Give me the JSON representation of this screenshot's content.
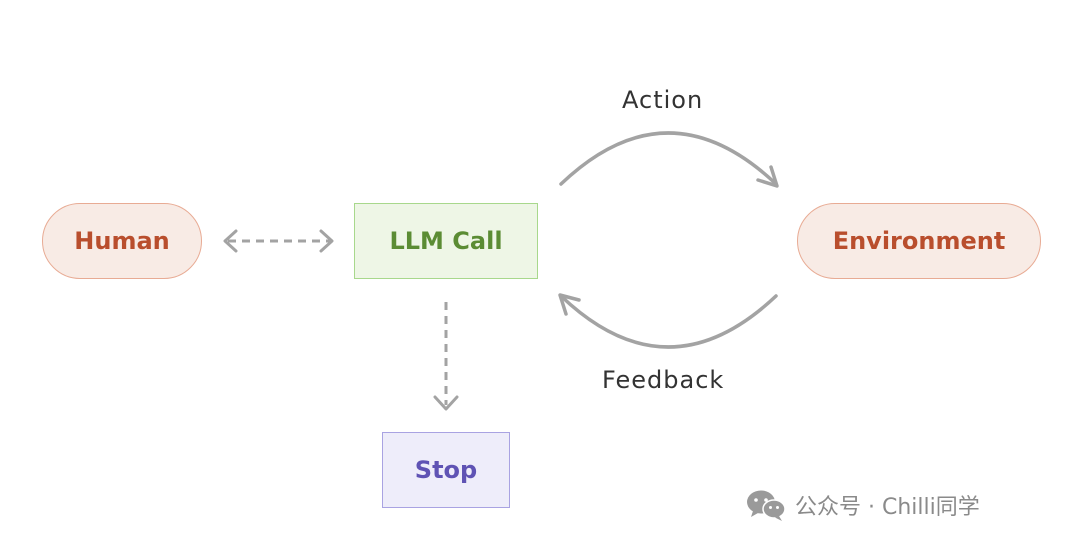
{
  "diagram": {
    "nodes": {
      "human": "Human",
      "llm_call": "LLM Call",
      "environment": "Environment",
      "stop": "Stop"
    },
    "edges": {
      "action": "Action",
      "feedback": "Feedback"
    },
    "watermark": "公众号 · Chilli同学"
  },
  "colors": {
    "orange_fill": "#f8ebe5",
    "orange_border": "#e8ab94",
    "orange_text": "#b94e2d",
    "green_fill": "#eef6e6",
    "green_border": "#a8d88c",
    "green_text": "#5b8c34",
    "purple_fill": "#eeedfa",
    "purple_border": "#a9a3e2",
    "purple_text": "#5f53b4",
    "connector": "#a3a3a3"
  },
  "icons": {
    "watermark_icon": "wechat-icon"
  }
}
